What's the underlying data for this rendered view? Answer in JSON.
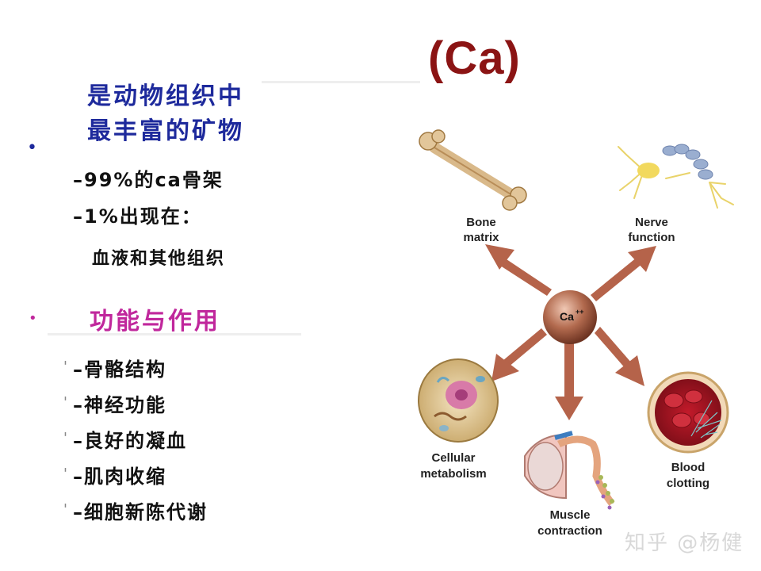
{
  "title": "(Ca)",
  "left_panel": {
    "section1": {
      "heading_line1": "是动物组织中",
      "heading_line2": "最丰富的矿物",
      "items": [
        "–99%的ca骨架",
        "–1%出现在："
      ],
      "sub_item": "血液和其他组织"
    },
    "section2": {
      "heading": "功能与作用",
      "items": [
        "–骨骼结构",
        "–神经功能",
        "–良好的凝血",
        "–肌肉收缩",
        "–细胞新陈代谢"
      ]
    }
  },
  "diagram": {
    "center": "Ca",
    "center_sup": "++",
    "nodes": {
      "bone": [
        "Bone",
        "matrix"
      ],
      "nerve": [
        "Nerve",
        "function"
      ],
      "cell": [
        "Cellular",
        "metabolism"
      ],
      "muscle": [
        "Muscle",
        "contraction"
      ],
      "blood": [
        "Blood",
        "clotting"
      ]
    }
  },
  "watermark": "知乎 @杨健",
  "colors": {
    "title": "#8b1414",
    "heading1": "#1e2a9c",
    "heading2": "#c0279c",
    "arrow": "#b5634a"
  }
}
